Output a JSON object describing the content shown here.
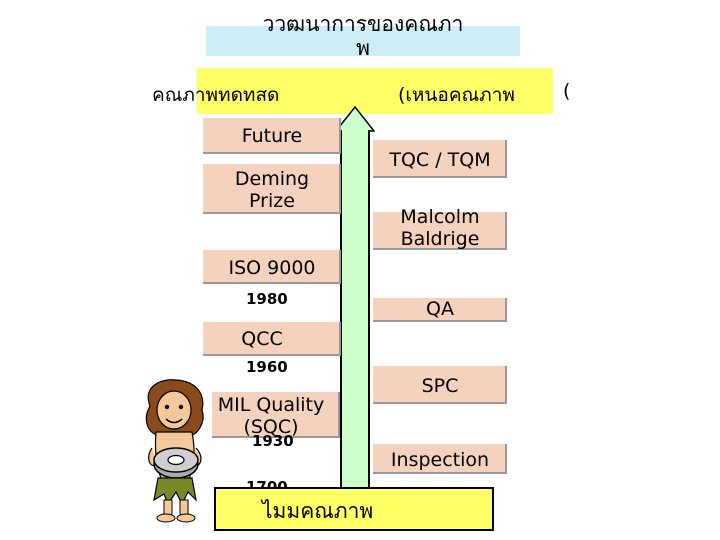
{
  "title": "ววฒนาการของคณภา\nพ",
  "top": {
    "left": "คณภาพทดทสด",
    "right": "(เหนอคณภาพ",
    "paren": "("
  },
  "left_items": [
    {
      "label": "Future"
    },
    {
      "label": "Deming\nPrize"
    },
    {
      "label": "ISO 9000"
    },
    {
      "label": "QCC"
    },
    {
      "label": "MIL Quality\n(SQC)"
    }
  ],
  "right_items": [
    {
      "label": "TQC / TQM"
    },
    {
      "label": "Malcolm\nBaldrige"
    },
    {
      "label": "QA"
    },
    {
      "label": "SPC"
    },
    {
      "label": "Inspection"
    }
  ],
  "years": [
    "1980",
    "1960",
    "1930",
    "1700"
  ],
  "bottom": "ไมมคณภาพ",
  "colors": {
    "title_bg": "#cdeef7",
    "bar_bg": "#ffff66",
    "box_bg": "#f5d2bd",
    "arrow": "#ccffcc"
  },
  "icons": {
    "arrow": "up-arrow-icon",
    "figure": "caveman-icon"
  }
}
